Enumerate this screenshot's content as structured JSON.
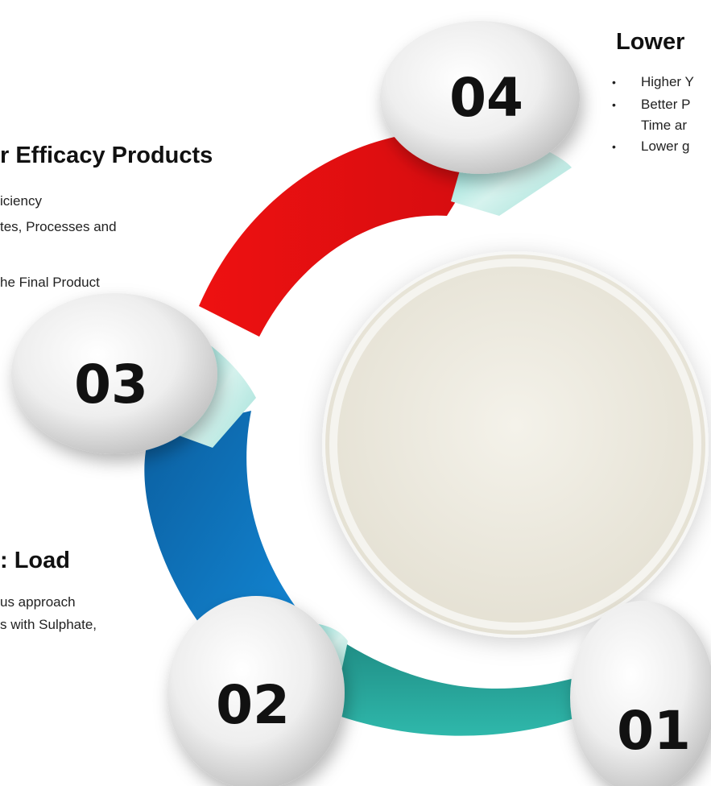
{
  "steps": [
    {
      "number": "01",
      "color": "#26a69a"
    },
    {
      "number": "02",
      "color": "#0d72b8"
    },
    {
      "number": "03",
      "color": "#e30e12"
    },
    {
      "number": "04",
      "color": "#e30e12"
    }
  ],
  "sections": {
    "lower": {
      "heading": "Lower",
      "bullets": [
        "Higher Y",
        "Better P",
        "Time ar",
        "Lower  g"
      ]
    },
    "efficacy": {
      "heading": "r Efficacy Products",
      "lines": [
        "iciency",
        "tes, Processes and",
        "he Final Product"
      ]
    },
    "load": {
      "heading": ": Load",
      "lines": [
        "us approach",
        "s with Sulphate,"
      ]
    }
  }
}
